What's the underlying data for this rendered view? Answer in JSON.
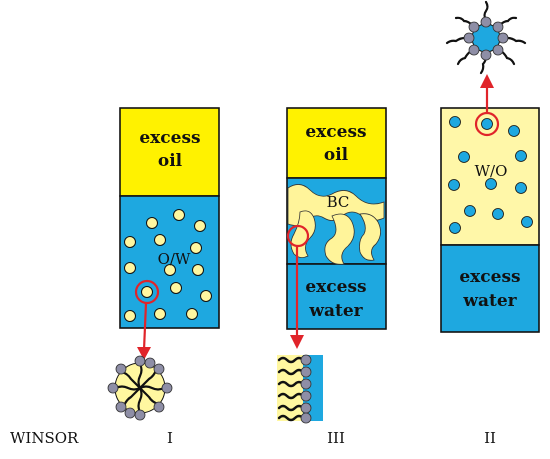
{
  "colors": {
    "oil": "#FFF200",
    "water": "#1EA8E0",
    "droplet_oil": "#FFF7A0",
    "bicontinuous_oil": "#FFF49A",
    "wo_phase": "#FFF7A8",
    "headgroup": "#8E8EA6",
    "tail": "#111111",
    "arrow": "#E0242A"
  },
  "row_label": "WINSOR",
  "systems": [
    {
      "type": "I",
      "top_phase_line1": "excess",
      "top_phase_line2": "oil",
      "micro_label": "O/W",
      "structure_icon": "oil-in-water-micelle-icon"
    },
    {
      "type": "III",
      "top_phase_line1": "excess",
      "top_phase_line2": "oil",
      "micro_label": "BC",
      "bottom_phase_line1": "excess",
      "bottom_phase_line2": "water",
      "structure_icon": "surfactant-monolayer-icon"
    },
    {
      "type": "II",
      "micro_label": "W/O",
      "bottom_phase_line1": "excess",
      "bottom_phase_line2": "water",
      "structure_icon": "reverse-micelle-icon"
    }
  ]
}
